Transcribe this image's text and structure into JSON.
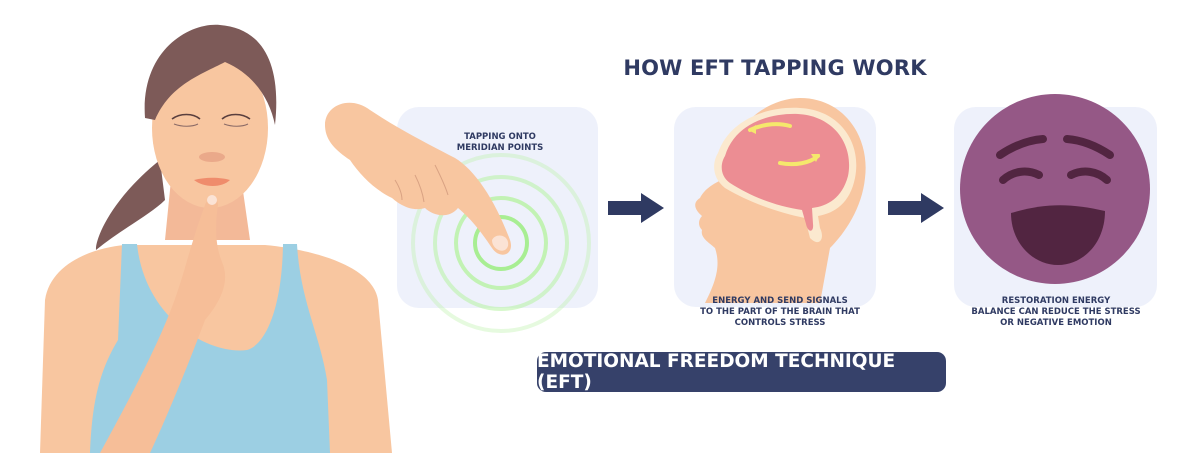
{
  "header": {
    "title": "HOW EFT TAPPING WORK"
  },
  "steps": [
    {
      "caption_lines": [
        "TAPPING ONTO",
        "MERIDIAN POINTS"
      ],
      "icon": "finger-tapping-icon"
    },
    {
      "caption_lines": [
        "ENERGY AND SEND SIGNALS",
        "TO THE PART OF THE BRAIN THAT",
        "CONTROLS STRESS"
      ],
      "icon": "brain-head-icon"
    },
    {
      "caption_lines": [
        "RESTORATION ENERGY",
        "BALANCE CAN REDUCE THE STRESS",
        "OR NEGATIVE EMOTION"
      ],
      "icon": "happy-face-icon"
    }
  ],
  "banner": {
    "label": "EMOTIONAL FREEDOM TECHNIQUE (EFT)"
  },
  "colors": {
    "navy": "#2f3a62",
    "banner": "#36416a",
    "panel": "#eef1fb",
    "skin": "#f8c6a0",
    "hair": "#7d5a58",
    "tank_top": "#9ccfe3",
    "brain": "#ec8d93",
    "face_purple": "#955886",
    "face_dark": "#522541",
    "ripple_green": "#b7f2a3"
  }
}
